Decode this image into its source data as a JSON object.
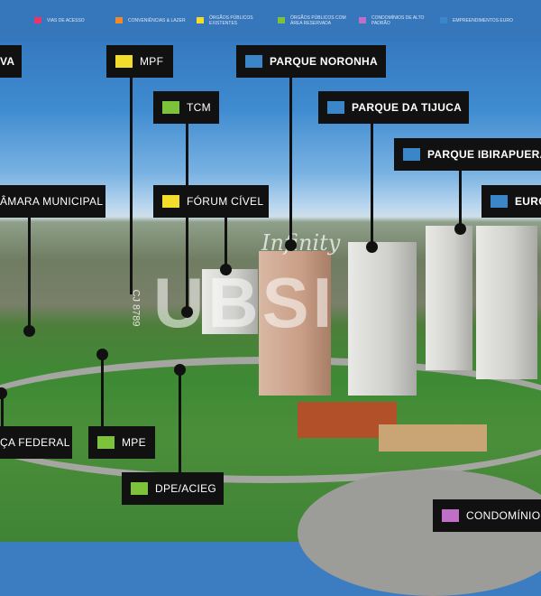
{
  "legend": [
    {
      "label": "VIAS DE ACESSO",
      "color": "#e8356e"
    },
    {
      "label": "CONVENIÊNCIAS & LAZER",
      "color": "#f08a2c"
    },
    {
      "label": "ÓRGÃOS PÚBLICOS EXISTENTES",
      "color": "#f4dc2a"
    },
    {
      "label": "ÓRGÃOS PÚBLICOS COM ÁREA RESERVADA",
      "color": "#7cc23a"
    },
    {
      "label": "CONDOMÍNIOS DE ALTO PADRÃO",
      "color": "#c06fc6"
    },
    {
      "label": "EMPREENDIMENTOS EURO",
      "color": "#3a86c8"
    }
  ],
  "labels": {
    "va": "VA",
    "mpf": "MPF",
    "parque_noronha": "PARQUE NORONHA",
    "tcm": "TCM",
    "parque_tijuca": "PARQUE DA TIJUCA",
    "parque_ibirapuera": "PARQUE IBIRAPUERA",
    "euro": "EURO",
    "camara": "ÂMARA MUNICIPAL",
    "forum": "FÓRUM CÍVEL",
    "federal": "ÇA FEDERAL",
    "mpe": "MPE",
    "dpe": "DPE/ACIEG",
    "condominios": "CONDOMÍNIOS"
  },
  "watermark": {
    "brand": "UBSI",
    "script": "Infinity",
    "creci": "CJ 8789"
  }
}
